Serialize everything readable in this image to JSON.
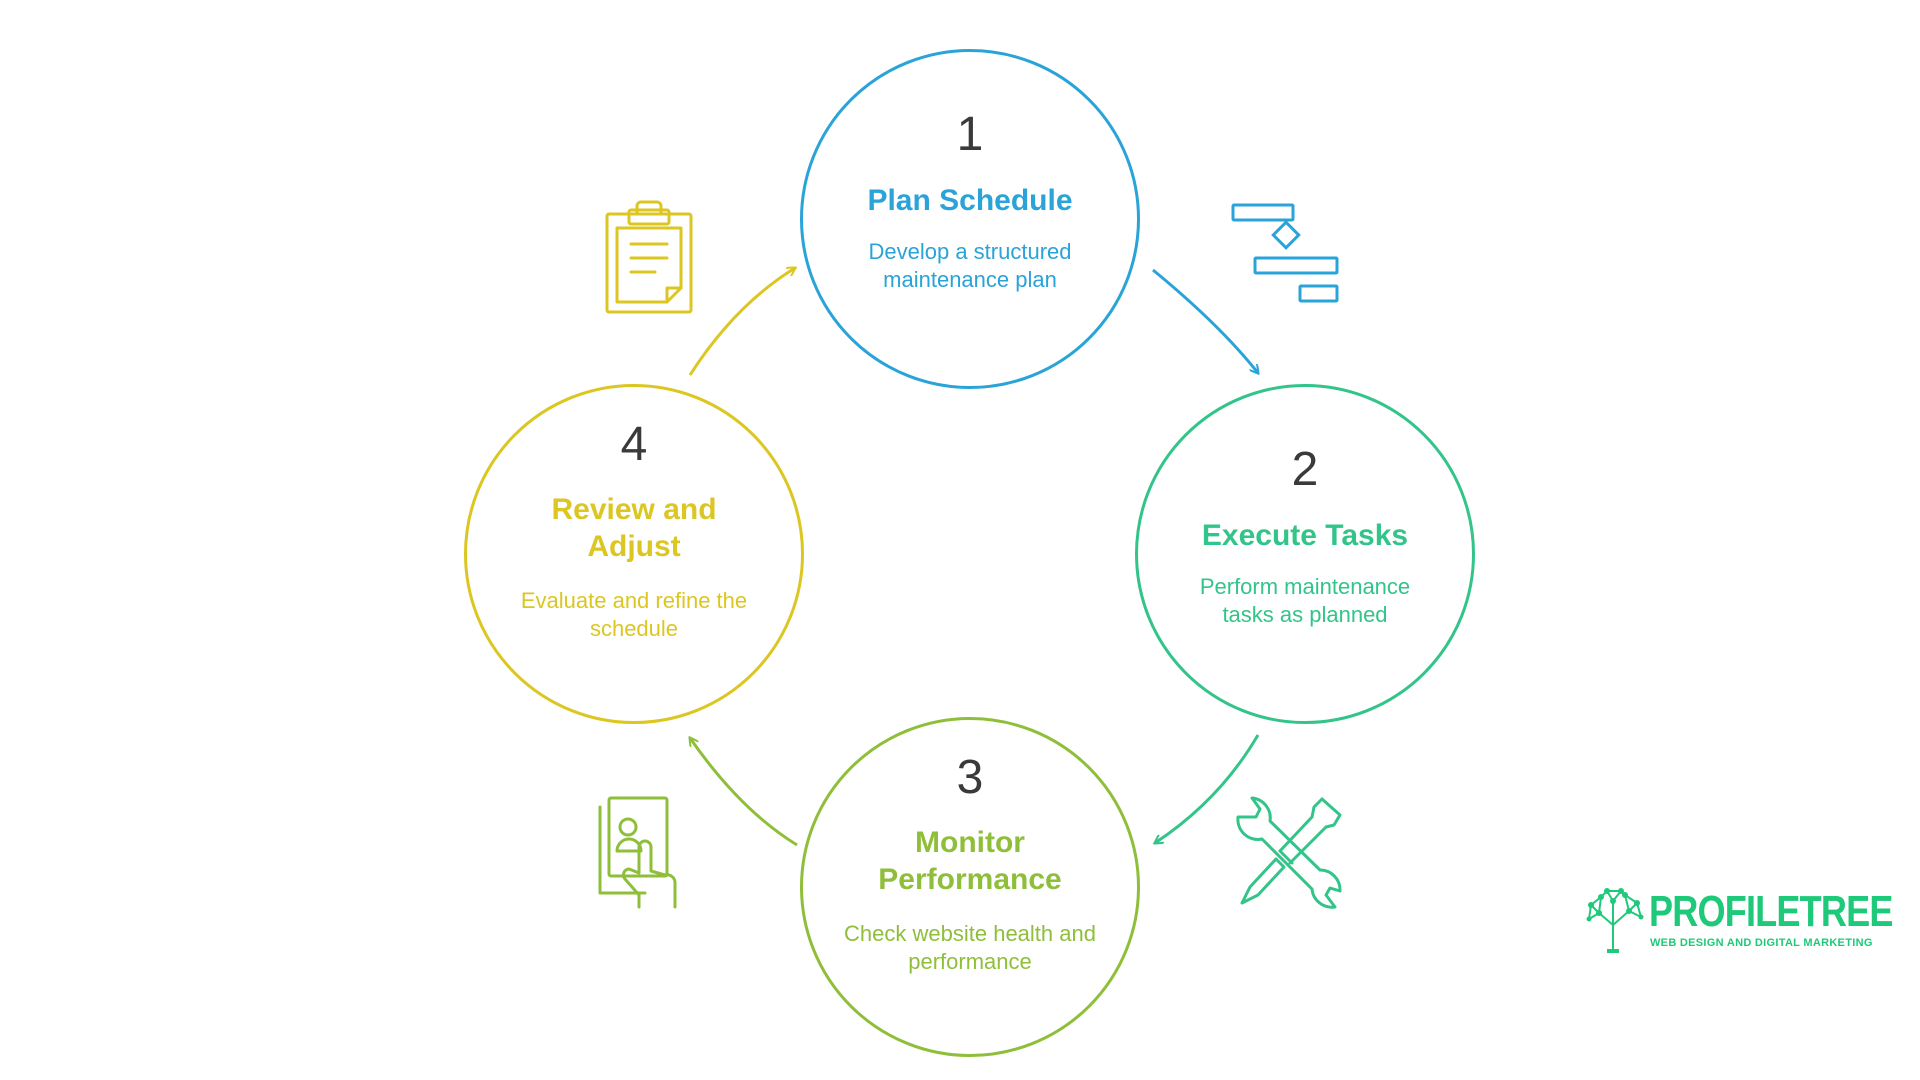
{
  "steps": [
    {
      "number": "1",
      "title": "Plan Schedule",
      "description": "Develop a structured maintenance plan",
      "color": "#29a3d8",
      "icon": "gantt-chart-icon"
    },
    {
      "number": "2",
      "title": "Execute Tasks",
      "description": "Perform maintenance tasks as planned",
      "color": "#33c48a",
      "icon": "wrench-screwdriver-icon"
    },
    {
      "number": "3",
      "title": "Monitor Performance",
      "description": "Check website health and performance",
      "color": "#8fbf3a",
      "icon": "profile-card-tap-icon"
    },
    {
      "number": "4",
      "title": "Review and Adjust",
      "description": "Evaluate and refine the schedule",
      "color": "#dcc621",
      "icon": "clipboard-icon"
    }
  ],
  "brand": {
    "name": "PROFILETREE",
    "tagline": "WEB DESIGN AND DIGITAL MARKETING",
    "color": "#1ec979",
    "icon": "tree-network-icon"
  }
}
